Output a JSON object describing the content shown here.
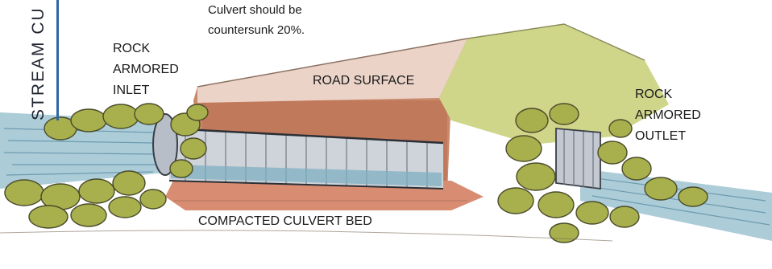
{
  "side_title": "STREAM CU",
  "note": {
    "line1": "Culvert should be",
    "line2": "countersunk 20%."
  },
  "labels": {
    "inlet": [
      "ROCK",
      "ARMORED",
      "INLET"
    ],
    "outlet": [
      "ROCK",
      "ARMORED",
      "OUTLET"
    ],
    "road": "ROAD SURFACE",
    "bed": "COMPACTED CULVERT BED"
  },
  "colors": {
    "accent_strip": "#2f67a6",
    "water": "#8fb8c9",
    "fill_soil": "#c97a5c",
    "grass": "#c8cf7a",
    "rock": "#a3ad4a",
    "pipe": "#c9ced6"
  }
}
